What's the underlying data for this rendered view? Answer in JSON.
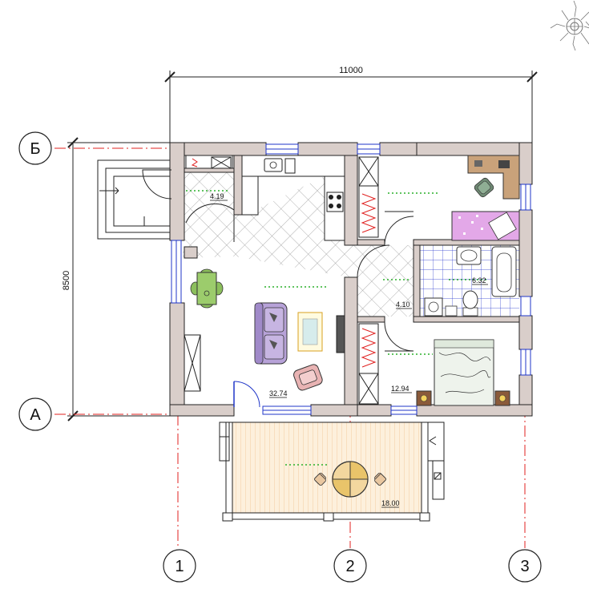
{
  "dimensions": {
    "width": "11000",
    "height": "8500"
  },
  "axes": {
    "rows": [
      {
        "id": "row-b",
        "label": "Б"
      },
      {
        "id": "row-a",
        "label": "А"
      }
    ],
    "columns": [
      {
        "id": "col-1",
        "label": "1"
      },
      {
        "id": "col-2",
        "label": "2"
      },
      {
        "id": "col-3",
        "label": "3"
      }
    ]
  },
  "rooms": [
    {
      "id": "vestibule",
      "area": "4.19"
    },
    {
      "id": "living",
      "area": "32.74"
    },
    {
      "id": "hall",
      "area": "4.10"
    },
    {
      "id": "bath",
      "area": "6.32"
    },
    {
      "id": "bedroom",
      "area": "12.94"
    },
    {
      "id": "terrace",
      "area": "18.00"
    }
  ],
  "colors": {
    "wall_fill": "#d9ceca",
    "window": "#1f35c8",
    "axis": "#e0201f",
    "area_marker": "#2bb02b",
    "bath_tile": "#2233cc",
    "sofa": "#b7a2d8",
    "bed_pink": "#e3a8e8",
    "dining_table": "#9ccc6c",
    "terrace_deck": "#fbe6c8"
  },
  "icons": {
    "compass": "sun-compass-icon"
  }
}
